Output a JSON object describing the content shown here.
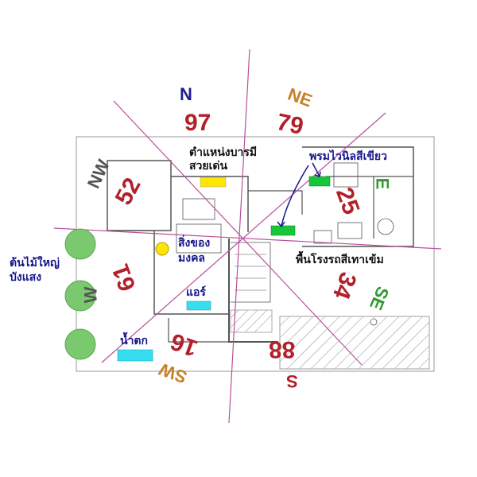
{
  "directions": {
    "N": "N",
    "NE": "NE",
    "E": "E",
    "SE": "SE",
    "S": "S",
    "SW": "SW",
    "W": "W",
    "NW": "NW"
  },
  "scores": {
    "N": "97",
    "NE": "79",
    "E": "25",
    "SE": "34",
    "S": "88",
    "SW": "16",
    "W": "61",
    "NW": "52"
  },
  "notes": {
    "prominent_spot": "ตำแหน่งบารมี\nสวยเด่น",
    "green_carpet": "พรมไวนิลสีเขียว",
    "auspicious_item": "สิ่งของ\nมงคล",
    "garage_floor": "พื้นโรงรถสีเทาเข้ม",
    "big_tree": "ต้นไม้ใหญ่\nบังแสง",
    "air_con": "แอร์",
    "waterfall": "น้ำตก"
  },
  "colors": {
    "direction_N": "#1c1c8c",
    "direction_NE": "#c7812a",
    "direction_E": "#2f9a2f",
    "direction_SE": "#2f9a2f",
    "direction_S": "#b3202a",
    "direction_SW": "#c7812a",
    "direction_W": "#555555",
    "direction_NW": "#555555",
    "score_red": "#b3202a",
    "compass_lines": "#b9509c",
    "tree_green": "#7bc96f",
    "marker_yellow": "#ffe600",
    "marker_green": "#18c63c",
    "marker_cyan": "#35dff0"
  }
}
